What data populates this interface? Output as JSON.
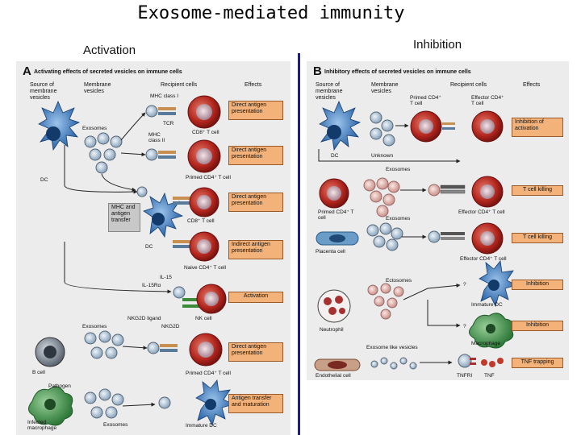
{
  "slide": {
    "title": "Exosome-mediated immunity",
    "left_subtitle": "Activation",
    "right_subtitle": "Inhibition"
  },
  "panel_a": {
    "letter": "A",
    "title": "Activating effects of secreted vesicles on immune cells",
    "headers": [
      "Source of membrane vesicles",
      "Membrane vesicles",
      "Recipient cells",
      "Effects"
    ],
    "labels": {
      "mhc_class_i": "MHC class I",
      "exosomes_1": "Exosomes",
      "tcr": "TCR",
      "cd8_t_cell_1": "CD8⁺ T cell",
      "mhc_class_ii": "MHC class II",
      "dc_1": "DC",
      "primed_cd4_1": "Primed CD4⁺ T cell",
      "mhc_antigen_transfer": "MHC and antigen transfer",
      "cd8_t_cell_2": "CD8⁺ T cell",
      "dc_2": "DC",
      "naive_cd4": "Naive CD4⁺ T cell",
      "il15": "IL-15",
      "il15ra": "IL-15Rα",
      "nkg2d_ligand": "NKG2D ligand",
      "nk_cell": "NK cell",
      "nkg2d": "NKG2D",
      "exosomes_2": "Exosomes",
      "b_cell": "B cell",
      "primed_cd4_2": "Primed CD4⁺ T cell",
      "pathogen": "Pathogen",
      "infected_macrophage": "Infected macrophage",
      "exosomes_3": "Exosomes",
      "immature_dc": "Immature DC"
    },
    "effects": [
      "Direct antigen presentation",
      "Direct antigen presentation",
      "Direct antigen presentation",
      "Indirect antigen presentation",
      "Activation",
      "Direct antigen presentation",
      "Antigen transfer and maturation"
    ]
  },
  "panel_b": {
    "letter": "B",
    "title": "Inhibitory effects of secreted vesicles on immune cells",
    "headers": [
      "Source of membrane vesicles",
      "Membrane vesicles",
      "Recipient cells",
      "Effects"
    ],
    "labels": {
      "primed_cd4": "Primed CD4⁺ T cell",
      "effector_cd4_head": "Effector CD4⁺ T cell",
      "dc": "DC",
      "unknown": "Unknown",
      "exosomes_1": "Exosomes",
      "primed_cd4_source": "Primed CD4⁺ T cell",
      "exosomes_2": "Exosomes",
      "effector_cd4_1": "Effector CD4⁺ T cell",
      "placenta_cell": "Placenta cell",
      "effector_cd4_2": "Effector CD4⁺ T cell",
      "ectosomes": "Ectosomes",
      "q1": "?",
      "immature_dc": "Immature DC",
      "neutrophil": "Neutrophil",
      "q2": "?",
      "macrophage": "Macrophage",
      "exosome_like": "Exosome like vesicles",
      "endothelial_cell": "Endothelial cell",
      "tnfr1": "TNFRI",
      "tnf": "TNF"
    },
    "effects": [
      "Inhibition of activation",
      "T cell killing",
      "T cell killing",
      "Inhibition",
      "Inhibition",
      "TNF trapping"
    ]
  },
  "colors": {
    "divider": "#1a1aa8",
    "effect_box": "#f2b27a",
    "gray_box": "#c8c8c8",
    "t_cell": "#c0392b",
    "dc_cell": "#3a78c0",
    "vesicle": "#c4d4e4"
  }
}
